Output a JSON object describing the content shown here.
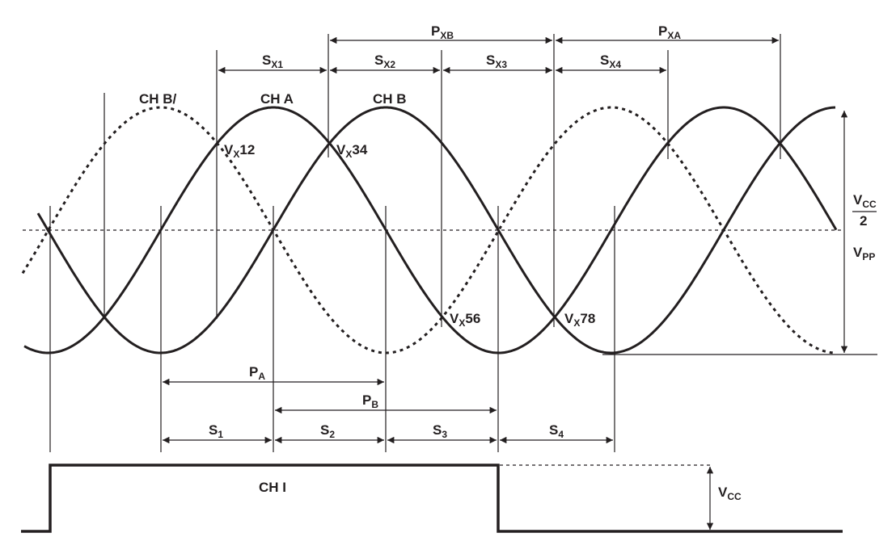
{
  "diagram": {
    "waves": {
      "ch_a": "CH A",
      "ch_b": "CH B",
      "ch_b_bar": "CH B/",
      "ch_i": "CH I"
    },
    "crossings": [
      {
        "main": "V",
        "sub": "X",
        "tail": "12"
      },
      {
        "main": "V",
        "sub": "X",
        "tail": "34"
      },
      {
        "main": "V",
        "sub": "X",
        "tail": "56"
      },
      {
        "main": "V",
        "sub": "X",
        "tail": "78"
      }
    ],
    "top_periods": [
      {
        "main": "P",
        "sub": "XB"
      },
      {
        "main": "P",
        "sub": "XA"
      }
    ],
    "top_states": [
      {
        "main": "S",
        "sub": "X1"
      },
      {
        "main": "S",
        "sub": "X2"
      },
      {
        "main": "S",
        "sub": "X3"
      },
      {
        "main": "S",
        "sub": "X4"
      }
    ],
    "bottom_periods": [
      {
        "main": "P",
        "sub": "A"
      },
      {
        "main": "P",
        "sub": "B"
      }
    ],
    "bottom_states": [
      {
        "main": "S",
        "sub": "1"
      },
      {
        "main": "S",
        "sub": "2"
      },
      {
        "main": "S",
        "sub": "3"
      },
      {
        "main": "S",
        "sub": "4"
      }
    ],
    "right_labels": {
      "vcc_half_num": {
        "main": "V",
        "sub": "CC"
      },
      "vcc_half_den": "2",
      "vpp": {
        "main": "V",
        "sub": "PP"
      },
      "vcc": {
        "main": "V",
        "sub": "CC"
      }
    }
  }
}
